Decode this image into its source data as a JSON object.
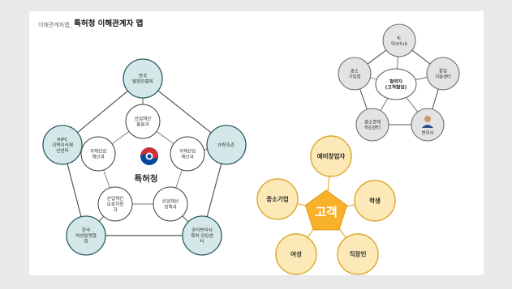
{
  "header": {
    "prefix": "이해관계자맵_",
    "title": "특허청 이해관계자 맵"
  },
  "colors": {
    "page_background": "#e9e9e9",
    "card_background": "#ffffff",
    "teal_node_fill": "#d5e8e9",
    "teal_node_stroke": "#2a5b61",
    "white_node_stroke": "#3c3c3c",
    "grey_node_fill": "#e3e3e3",
    "grey_node_stroke": "#6d6d6d",
    "gold_node_fill": "#fde9b8",
    "gold_node_stroke": "#d9a92c",
    "gold_center_fill": "#f7b12a",
    "kipo_red": "#cd2e3a",
    "kipo_blue": "#0047a0"
  },
  "kipo_diagram": {
    "center": {
      "icon": "korean-government-emblem-icon",
      "label": "특허청"
    },
    "inner_nodes": [
      {
        "key": "inner-top",
        "lines": [
          "산업재산",
          "활용과"
        ]
      },
      {
        "key": "inner-right",
        "lines": [
          "국제산업",
          "재산과"
        ]
      },
      {
        "key": "inner-bottom-right",
        "lines": [
          "산업재산",
          "정책과"
        ]
      },
      {
        "key": "inner-bottom-left",
        "lines": [
          "산업재산",
          "보호지원",
          "과"
        ]
      },
      {
        "key": "inner-left",
        "lines": [
          "국제산업",
          "재산과"
        ]
      }
    ],
    "outer_nodes": [
      {
        "key": "outer-top",
        "lines": [
          "한국",
          "발명진흥회"
        ]
      },
      {
        "key": "outer-right",
        "lines": [
          "IP창조존"
        ]
      },
      {
        "key": "outer-bottom-right",
        "lines": [
          "공익변리사",
          "특허 상담센",
          "터"
        ]
      },
      {
        "key": "outer-bottom-left",
        "lines": [
          "한국",
          "여성발명협",
          "회"
        ]
      },
      {
        "key": "outer-left",
        "lines": [
          "RIPC",
          "지역지식재",
          "산센터"
        ]
      }
    ]
  },
  "partner_diagram": {
    "center": {
      "lines": [
        "협력자",
        "(고객협업)"
      ]
    },
    "nodes": [
      {
        "key": "partner-top",
        "lines": [
          "K-",
          "Startup"
        ]
      },
      {
        "key": "partner-right",
        "lines": [
          "창업",
          "지원센터"
        ]
      },
      {
        "key": "partner-bottom-right",
        "lines": [
          "변리사"
        ],
        "icon": "person-attorney-icon"
      },
      {
        "key": "partner-bottom-left",
        "lines": [
          "중소경제",
          "혁신센터"
        ]
      },
      {
        "key": "partner-left",
        "lines": [
          "중소",
          "기업청"
        ]
      }
    ]
  },
  "customer_diagram": {
    "center": {
      "label": "고객"
    },
    "nodes": [
      {
        "key": "customer-top",
        "label": "예비창업자"
      },
      {
        "key": "customer-right",
        "label": "학생"
      },
      {
        "key": "customer-bottom-right",
        "label": "직장인"
      },
      {
        "key": "customer-bottom-left",
        "label": "여성"
      },
      {
        "key": "customer-left",
        "label": "중소기업"
      }
    ]
  }
}
